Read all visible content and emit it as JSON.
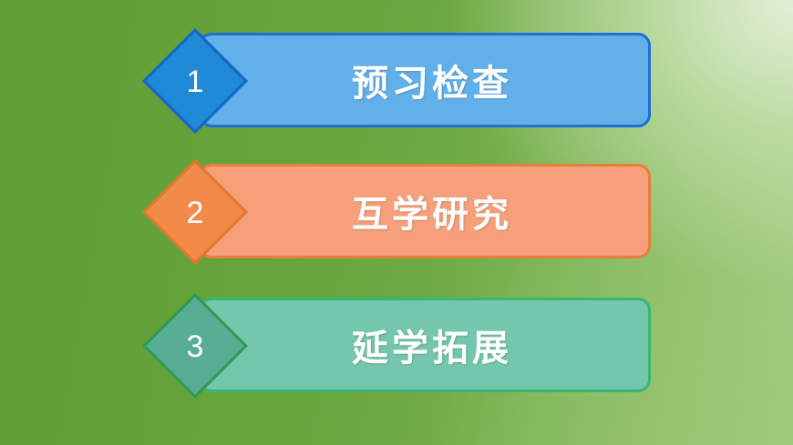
{
  "menu": {
    "items": [
      {
        "number": "1",
        "label": "预习检查",
        "color": "#62b0ea",
        "accent": "#1f8ad8"
      },
      {
        "number": "2",
        "label": "互学研究",
        "color": "#f5a07b",
        "accent": "#f28a4a"
      },
      {
        "number": "3",
        "label": "延学拓展",
        "color": "#74c6ac",
        "accent": "#58ad94"
      }
    ]
  }
}
